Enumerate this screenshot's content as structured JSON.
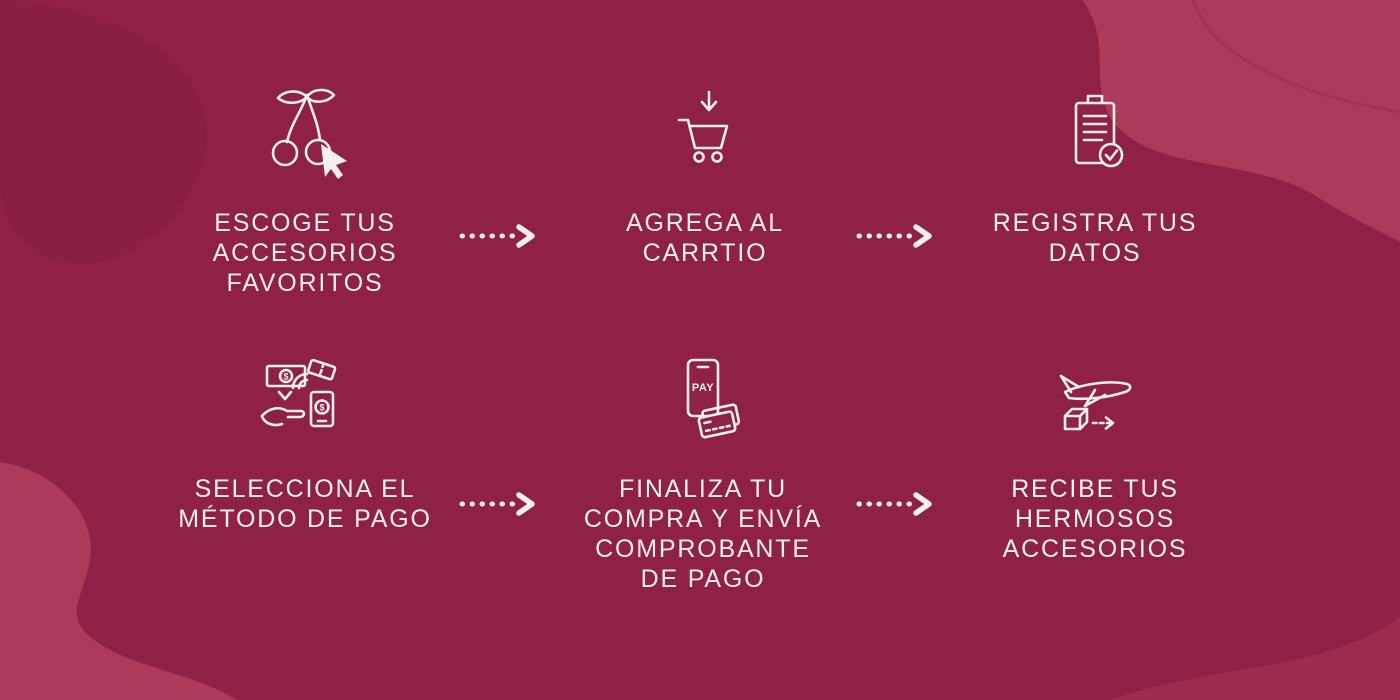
{
  "colors": {
    "background": "#8E2144",
    "accent": "#AC3A5A",
    "text": "#F6EFEF"
  },
  "steps": [
    {
      "icon": "cherries-cursor-icon",
      "label": "ESCOGE TUS\nACCESORIOS\nFAVORITOS"
    },
    {
      "icon": "add-to-cart-icon",
      "label": "AGREGA AL\nCARRTIO"
    },
    {
      "icon": "clipboard-check-icon",
      "label": "REGISTRA TUS\nDATOS"
    },
    {
      "icon": "payment-method-icon",
      "label": "SELECCIONA EL\nMÉTODO DE PAGO"
    },
    {
      "icon": "phone-pay-icon",
      "label": "FINALIZA TU\nCOMPRA Y ENVÍA\nCOMPROBANTE\nDE PAGO"
    },
    {
      "icon": "plane-shipping-icon",
      "label": "RECIBE TUS\nHERMOSOS\nACCESORIOS"
    }
  ],
  "icon_labels": {
    "pay": "PAY",
    "currency": "$"
  }
}
